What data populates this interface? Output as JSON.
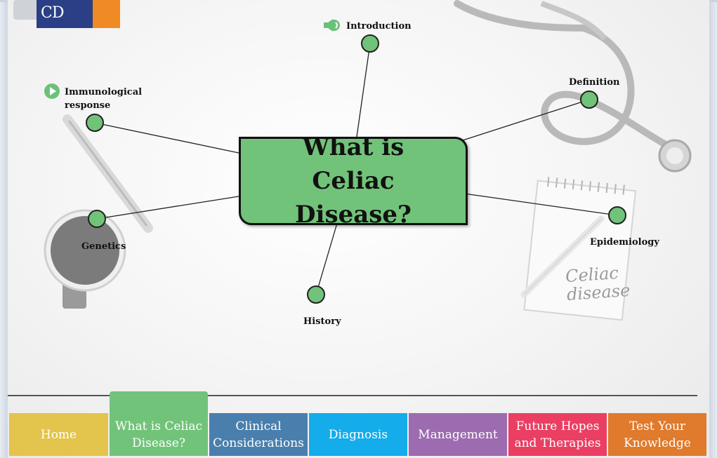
{
  "logo": {
    "text": "CD"
  },
  "mindmap": {
    "center_title": "What is Celiac Disease?",
    "nodes": {
      "introduction": "Introduction",
      "definition": "Definition",
      "immunological_line1": "Immunological",
      "immunological_line2": "response",
      "genetics": "Genetics",
      "epidemiology": "Epidemiology",
      "history": "History"
    },
    "node_color": "#72c37a"
  },
  "notepad_text": {
    "line1": "Celiac",
    "line2": "disease"
  },
  "nav": {
    "tabs": [
      {
        "label": "Home",
        "color": "#e3c44c"
      },
      {
        "label": "What is Celiac Disease?",
        "color": "#72c37a",
        "active": true
      },
      {
        "label": "Clinical Considerations",
        "color": "#4a7fad"
      },
      {
        "label": "Diagnosis",
        "color": "#14acea"
      },
      {
        "label": "Management",
        "color": "#9d6bb0"
      },
      {
        "label": "Future Hopes and Therapies",
        "color": "#ea3f63"
      },
      {
        "label": "Test Your Knowledge",
        "color": "#e07a2c"
      }
    ]
  }
}
